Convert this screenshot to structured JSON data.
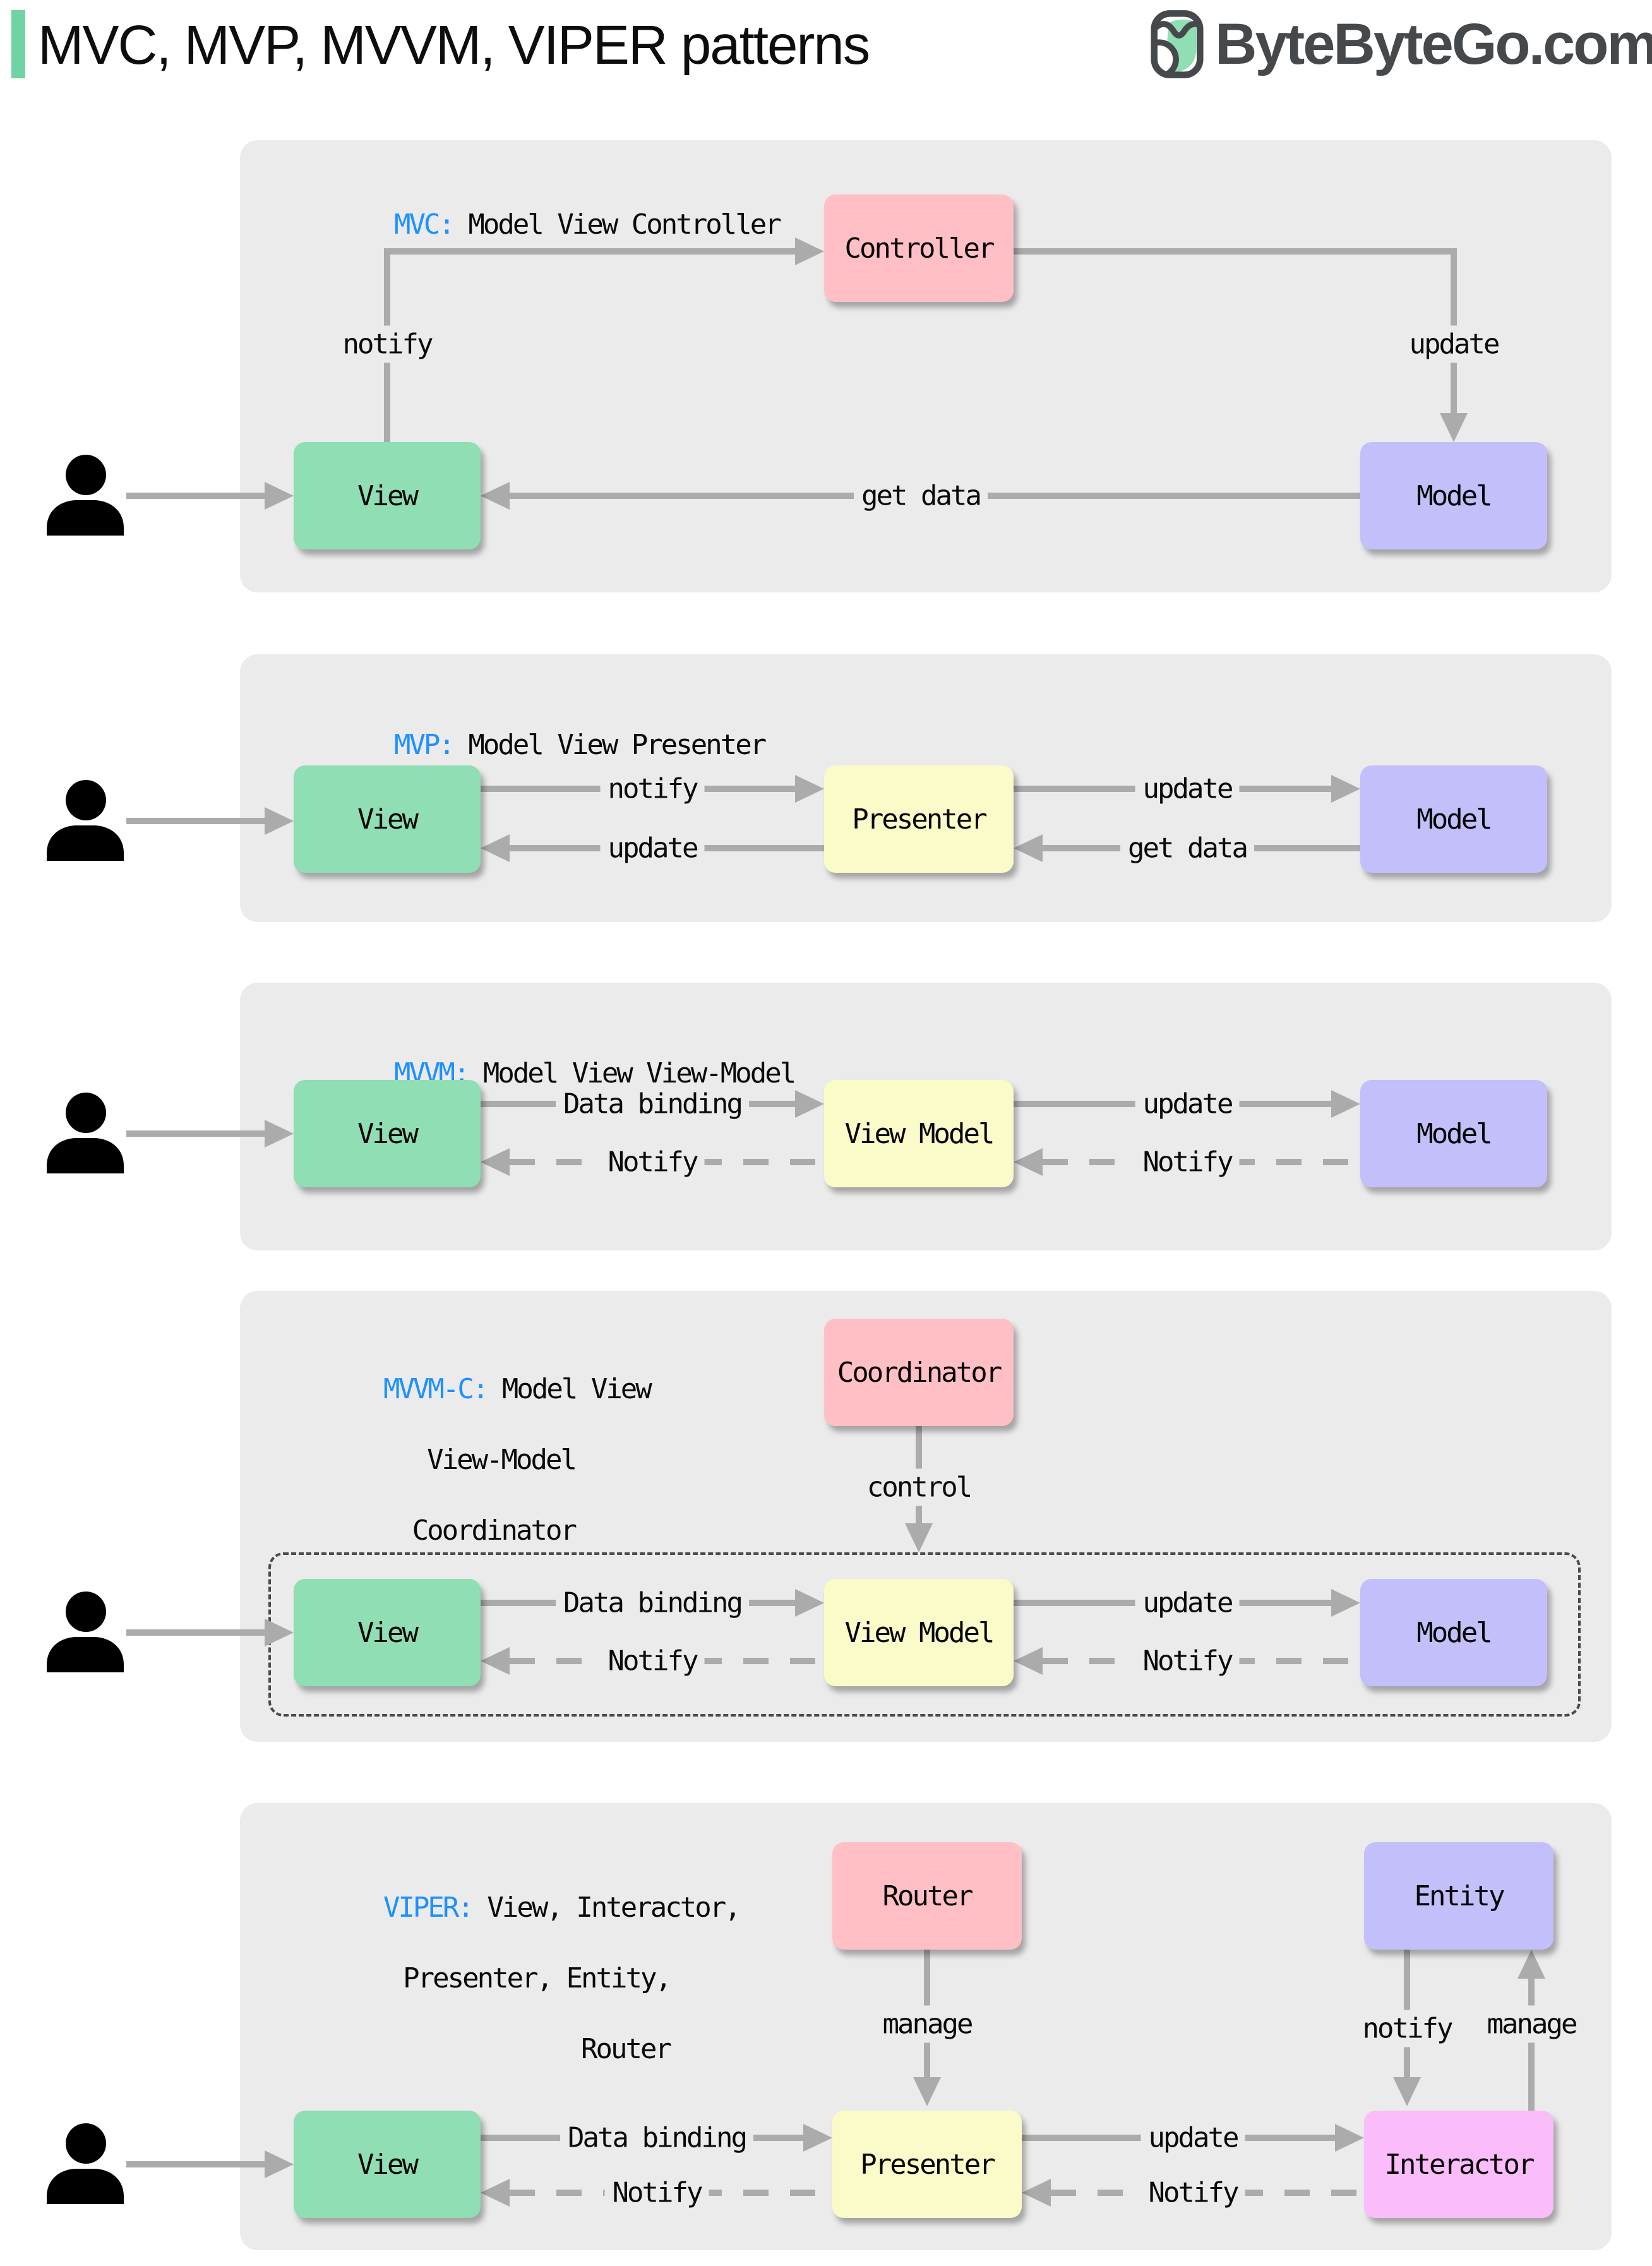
{
  "header": {
    "title": "MVC, MVP, MVVM, VIPER patterns",
    "brand": "ByteByteGo.com"
  },
  "colors": {
    "accent_green": "#6FD3A3",
    "keyword_blue": "#1E90FF",
    "panel_bg": "#EBEBEB",
    "box_green": "#8FDEB4",
    "box_yellow": "#FBFBC9",
    "box_purple": "#C3BFFA",
    "box_pink": "#FFBFC5",
    "box_magenta": "#FBBDF9",
    "arrow_gray": "#ABABAB",
    "brand_gray": "#45494C"
  },
  "panels": {
    "mvc": {
      "keyword": "MVC:",
      "title_rest": " Model View Controller",
      "boxes": {
        "controller": "Controller",
        "view": "View",
        "model": "Model"
      },
      "labels": {
        "notify": "notify",
        "update": "update",
        "get_data": "get data"
      }
    },
    "mvp": {
      "keyword": "MVP:",
      "title_rest": " Model View Presenter",
      "boxes": {
        "view": "View",
        "presenter": "Presenter",
        "model": "Model"
      },
      "labels": {
        "top_left": "notify",
        "top_right": "update",
        "bottom_left": "update",
        "bottom_right": "get data"
      }
    },
    "mvvm": {
      "keyword": "MVVM:",
      "title_rest": " Model View View-Model",
      "boxes": {
        "view": "View",
        "view_model": "View Model",
        "model": "Model"
      },
      "labels": {
        "top_left": "Data binding",
        "top_right": "update",
        "bottom_left": "Notify",
        "bottom_right": "Notify"
      }
    },
    "mvvmc": {
      "keyword": "MVVM-C:",
      "title_line1_rest": " Model View",
      "title_line2": "View-Model",
      "title_line3": "Coordinator",
      "boxes": {
        "coordinator": "Coordinator",
        "view": "View",
        "view_model": "View Model",
        "model": "Model"
      },
      "labels": {
        "control": "control",
        "top_left": "Data binding",
        "top_right": "update",
        "bottom_left": "Notify",
        "bottom_right": "Notify"
      }
    },
    "viper": {
      "keyword": "VIPER:",
      "title_line1_rest": " View, Interactor,",
      "title_line2": "Presenter, Entity,",
      "title_line3": "Router",
      "boxes": {
        "router": "Router",
        "entity": "Entity",
        "view": "View",
        "presenter": "Presenter",
        "interactor": "Interactor"
      },
      "labels": {
        "manage_router": "manage",
        "notify_entity": "notify",
        "manage_entity": "manage",
        "top_left": "Data binding",
        "top_right": "update",
        "bottom_left": "Notify",
        "bottom_right": "Notify"
      }
    }
  }
}
